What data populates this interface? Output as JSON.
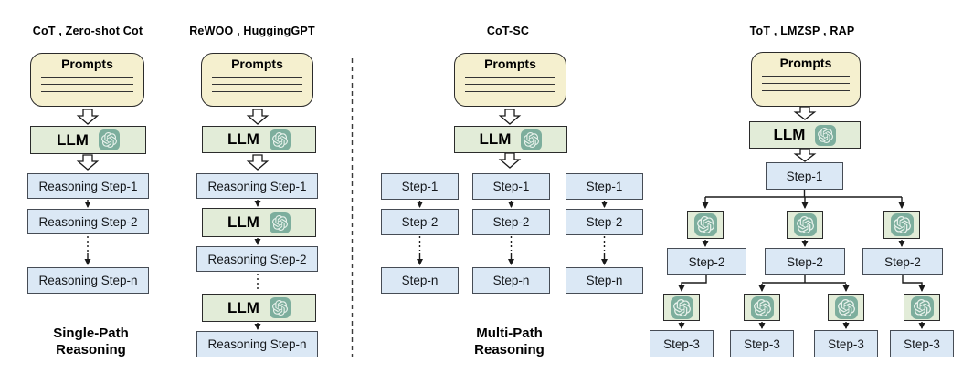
{
  "figure": {
    "groups": [
      {
        "heading": "CoT , Zero-shot Cot",
        "prompts": "Prompts",
        "llm": "LLM",
        "steps": [
          "Reasoning Step-1",
          "Reasoning Step-2",
          "Reasoning Step-n"
        ]
      },
      {
        "heading": "ReWOO , HuggingGPT",
        "prompts": "Prompts",
        "llm": "LLM",
        "steps": [
          "Reasoning Step-1",
          "Reasoning Step-2",
          "Reasoning Step-n"
        ]
      },
      {
        "heading": "CoT-SC",
        "prompts": "Prompts",
        "llm": "LLM",
        "branches": [
          [
            "Step-1",
            "Step-2",
            "Step-n"
          ],
          [
            "Step-1",
            "Step-2",
            "Step-n"
          ],
          [
            "Step-1",
            "Step-2",
            "Step-n"
          ]
        ]
      },
      {
        "heading": "ToT , LMZSP , RAP",
        "prompts": "Prompts",
        "llm": "LLM",
        "tree": {
          "root": "Step-1",
          "level2": [
            "Step-2",
            "Step-2",
            "Step-2"
          ],
          "level3": [
            "Step-3",
            "Step-3",
            "Step-3",
            "Step-3"
          ]
        }
      }
    ],
    "captions": {
      "single_path": [
        "Single-Path",
        "Reasoning"
      ],
      "multi_path": [
        "Multi-Path",
        "Reasoning"
      ]
    },
    "icons": {
      "llm_logo": "openai-logo"
    },
    "colors": {
      "prompts-fill": "#f5f0cf",
      "prompts-border": "#2b2b2b",
      "llm-fill": "#e2ecd8",
      "llm-border": "#2b2b2b",
      "logo-tile": "#7dae9d",
      "logo-glyph": "#e9f2ec",
      "step-fill": "#dbe8f5",
      "step-border": "#464c55",
      "connector": "#1a1a1a"
    }
  }
}
